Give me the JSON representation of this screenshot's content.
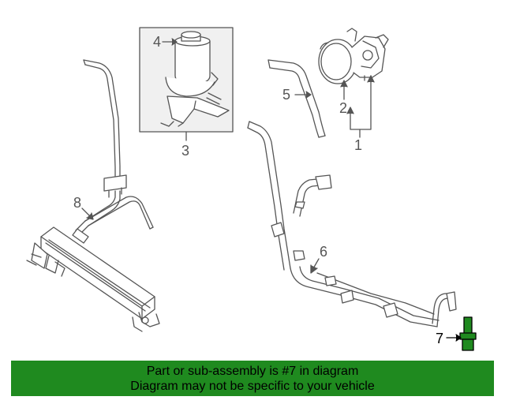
{
  "callouts": {
    "c1": "1",
    "c2": "2",
    "c3": "3",
    "c4": "4",
    "c5": "5",
    "c6": "6",
    "c7": "7",
    "c8": "8"
  },
  "banner": {
    "line1": "Part or sub-assembly is #7 in diagram",
    "line2": "Diagram may not be specific to your vehicle",
    "color": "#1f8a1f"
  },
  "colors": {
    "line": "#555555",
    "highlight_part": "#1f8a1f"
  }
}
